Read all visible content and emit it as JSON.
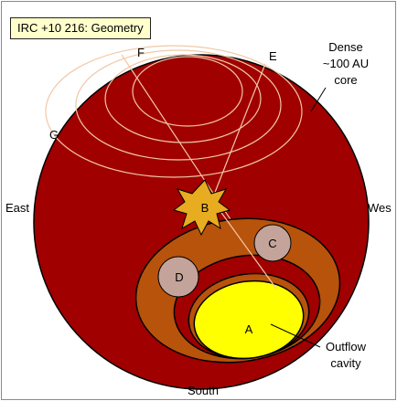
{
  "title": "IRC +10 216: Geometry",
  "labels": {
    "dense_core": [
      "Dense",
      "~100 AU",
      "core"
    ],
    "outflow_cavity": [
      "Outflow",
      "cavity"
    ],
    "east": "East",
    "west": "Wes",
    "south": "South"
  },
  "markers": {
    "F": "F",
    "E": "E",
    "G": "G",
    "B": "B",
    "C": "C",
    "D": "D",
    "A": "A"
  },
  "colors": {
    "core": "#a00000",
    "shell": "#b8530c",
    "cavity": "#ffff00",
    "star": "#e8ac20",
    "clump": "#c4a49a",
    "arcs": "#f0c8a8",
    "title_bg": "#ffffcc"
  }
}
